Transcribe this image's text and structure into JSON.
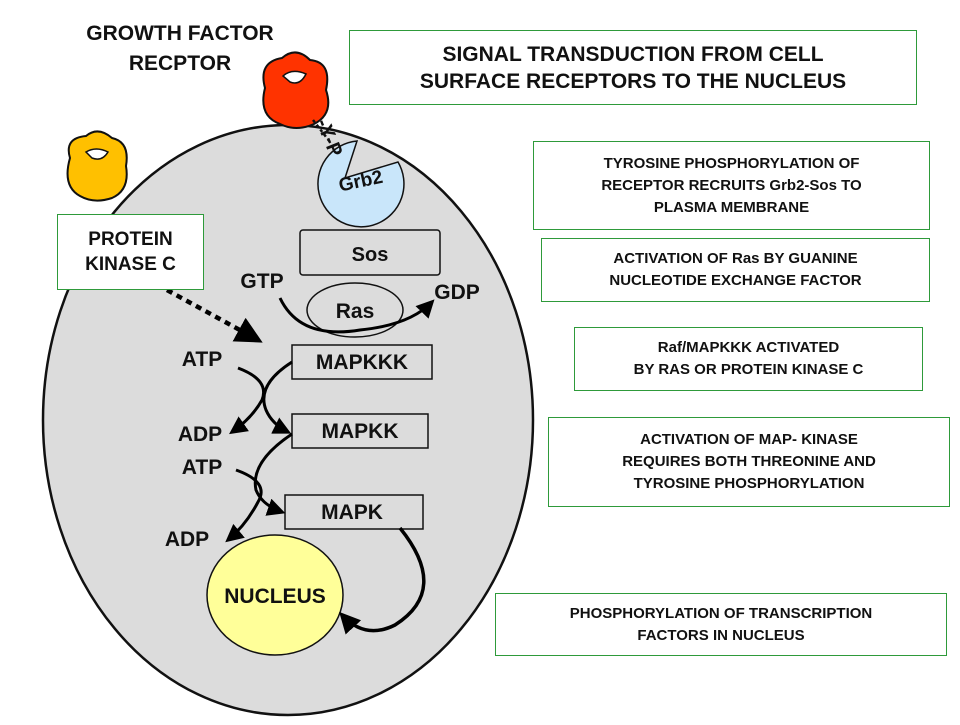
{
  "title": "SIGNAL TRANSDUCTION FROM CELL\nSURFACE RECEPTORS TO THE NUCLEUS",
  "labels": {
    "growth_factor_line1": "GROWTH FACTOR",
    "growth_factor_line2": "RECPTOR",
    "protein_kinase_c": "PROTEIN\nKINASE C",
    "y_p": "-Y-P",
    "grb2": "Grb2",
    "sos": "Sos",
    "ras": "Ras",
    "gtp": "GTP",
    "gdp": "GDP",
    "mapkkk": "MAPKKK",
    "mapkk": "MAPKK",
    "mapk": "MAPK",
    "atp_1": "ATP",
    "adp_1": "ADP",
    "atp_2": "ATP",
    "adp_2": "ADP",
    "nucleus": "NUCLEUS"
  },
  "notes": {
    "note_1": "TYROSINE PHOSPHORYLATION OF\nRECEPTOR RECRUITS Grb2-Sos TO\nPLASMA MEMBRANE",
    "note_2": "ACTIVATION OF Ras BY GUANINE\nNUCLEOTIDE EXCHANGE FACTOR",
    "note_3": "Raf/MAPKKK ACTIVATED\nBY RAS OR PROTEIN KINASE C",
    "note_4": "ACTIVATION OF MAP- KINASE\nREQUIRES BOTH THREONINE AND\nTYROSINE PHOSPHORYLATION",
    "note_5": "PHOSPHORYLATION OF TRANSCRIPTION\nFACTORS IN NUCLEUS"
  },
  "colors": {
    "cell": "#dcdcdc",
    "growth_factor_receptor": "#ff3300",
    "protein_kinase_c_receptor": "#ffc000",
    "grb2": "#c9e6fa",
    "nucleus": "#ffff99",
    "box_border": "#2e9a3a"
  }
}
